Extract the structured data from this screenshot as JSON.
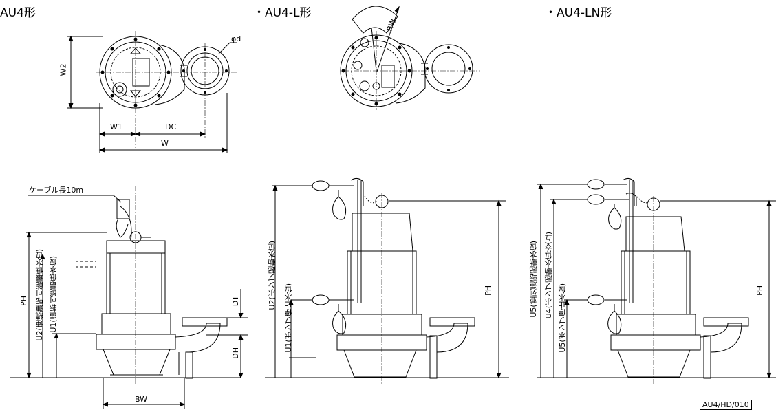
{
  "titles": {
    "au4": "AU4形",
    "au4_l": "・AU4-L形",
    "au4_ln": "・AU4-LN形"
  },
  "top_dims": {
    "w2": "W2",
    "w1": "W1",
    "dc": "DC",
    "w": "W",
    "phi_d": "φd",
    "rw": "RW"
  },
  "side_dims": {
    "cable": "ケーブル長10m",
    "ph": "PH",
    "u2_continuous": "U2(連続運転可能最低水位)",
    "u1_min": "U1(運転可能最低水位)",
    "dt": "DT",
    "dh": "DH",
    "bw": "BW",
    "u2_start": "U2(ポンプ起動水位)",
    "u1_stop": "U1(ポンプ停止水位)",
    "u5_parallel": "U5(並列運転起動水位)",
    "u4_start": "U4(ポンプ起動水位:交互)",
    "u5_stop": "U5(ポンプ停止水位)"
  },
  "drawing_ref": "AU4/HD/010"
}
